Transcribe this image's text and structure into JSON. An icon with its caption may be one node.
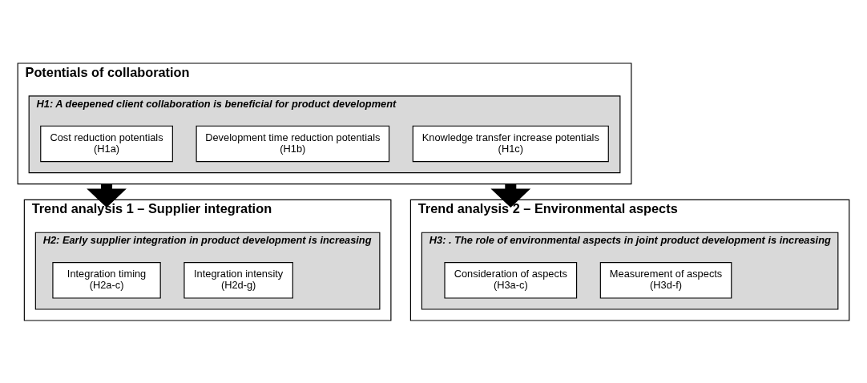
{
  "diagram": {
    "nodes": [
      {
        "text": [
          "Potentials of collaboration"
        ]
      },
      {
        "text": [
          "H1: A deepened client collaboration is beneficial for product development"
        ],
        "in": 0
      },
      {
        "text": [
          "Cost reduction potentials",
          "(H1a)"
        ],
        "in": 1
      },
      {
        "text": [
          "Development time reduction potentials",
          "(H1b)"
        ],
        "in": 1
      },
      {
        "text": [
          "Knowledge transfer increase potentials",
          "(H1c)"
        ],
        "in": 1
      },
      {
        "text": [
          "Trend analysis 1 – Supplier integration"
        ]
      },
      {
        "text": [
          "H2: Early supplier integration in product development is increasing"
        ],
        "in": 5
      },
      {
        "text": [
          "Integration timing",
          "(H2a-c)"
        ],
        "in": 6
      },
      {
        "text": [
          "Integration intensity",
          "(H2d-g)"
        ],
        "in": 6
      },
      {
        "text": [
          "Trend analysis 2 – Environmental aspects"
        ]
      },
      {
        "text": [
          "H3: . The role of environmental aspects in joint product development is increasing"
        ],
        "in": 9
      },
      {
        "text": [
          "Consideration of aspects",
          "(H3a-c)"
        ],
        "in": 10
      },
      {
        "text": [
          "Measurement of aspects",
          "(H3d-f)"
        ],
        "in": 10
      }
    ],
    "edges": [
      {
        "from": 0,
        "to": 5,
        "arrow": "to"
      },
      {
        "from": 0,
        "to": 9,
        "arrow": "to"
      }
    ]
  }
}
